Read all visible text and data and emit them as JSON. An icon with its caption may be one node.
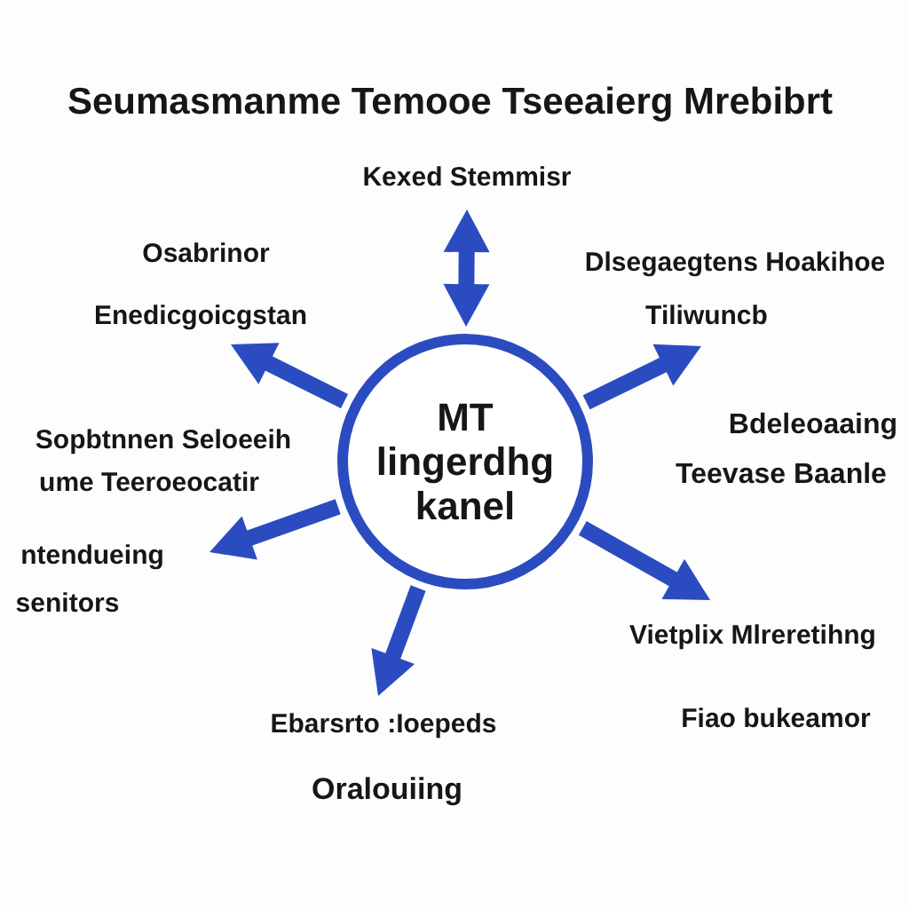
{
  "diagram": {
    "title": "Seumasmanme Temooe Tseeaierg Mrebibrt",
    "nodes": [
      {
        "text": [
          "Kexed Stemmisr"
        ]
      },
      {
        "text": [
          "Osabrinor",
          "Enedicgoicgstan"
        ]
      },
      {
        "text": [
          "Dlsegaegtens Hoakihoe",
          "Tiliwuncb"
        ]
      },
      {
        "text": [
          "Sopbtnnen Seloeeih",
          "ume Teeroeocatir"
        ]
      },
      {
        "text": [
          "MT lingerdhg kanel"
        ]
      },
      {
        "text": [
          "Bdeleoaaing",
          "Teevase Baanle"
        ]
      },
      {
        "text": [
          "ntendueing",
          "senitors"
        ]
      },
      {
        "text": [
          "Vietplix Mlreretihng",
          "Fiao bukeamor"
        ]
      },
      {
        "text": [
          "Ebarsrto :Ioepeds",
          "Oralouiing"
        ]
      }
    ],
    "edges": [
      {
        "from": 4,
        "to": 0,
        "arrow": "both"
      },
      {
        "from": 4,
        "to": 1,
        "arrow": "to"
      },
      {
        "from": 4,
        "to": 2,
        "arrow": "to"
      },
      {
        "from": 4,
        "to": 6,
        "arrow": "to"
      },
      {
        "from": 4,
        "to": 7,
        "arrow": "to"
      },
      {
        "from": 4,
        "to": 8,
        "arrow": "to"
      }
    ]
  }
}
